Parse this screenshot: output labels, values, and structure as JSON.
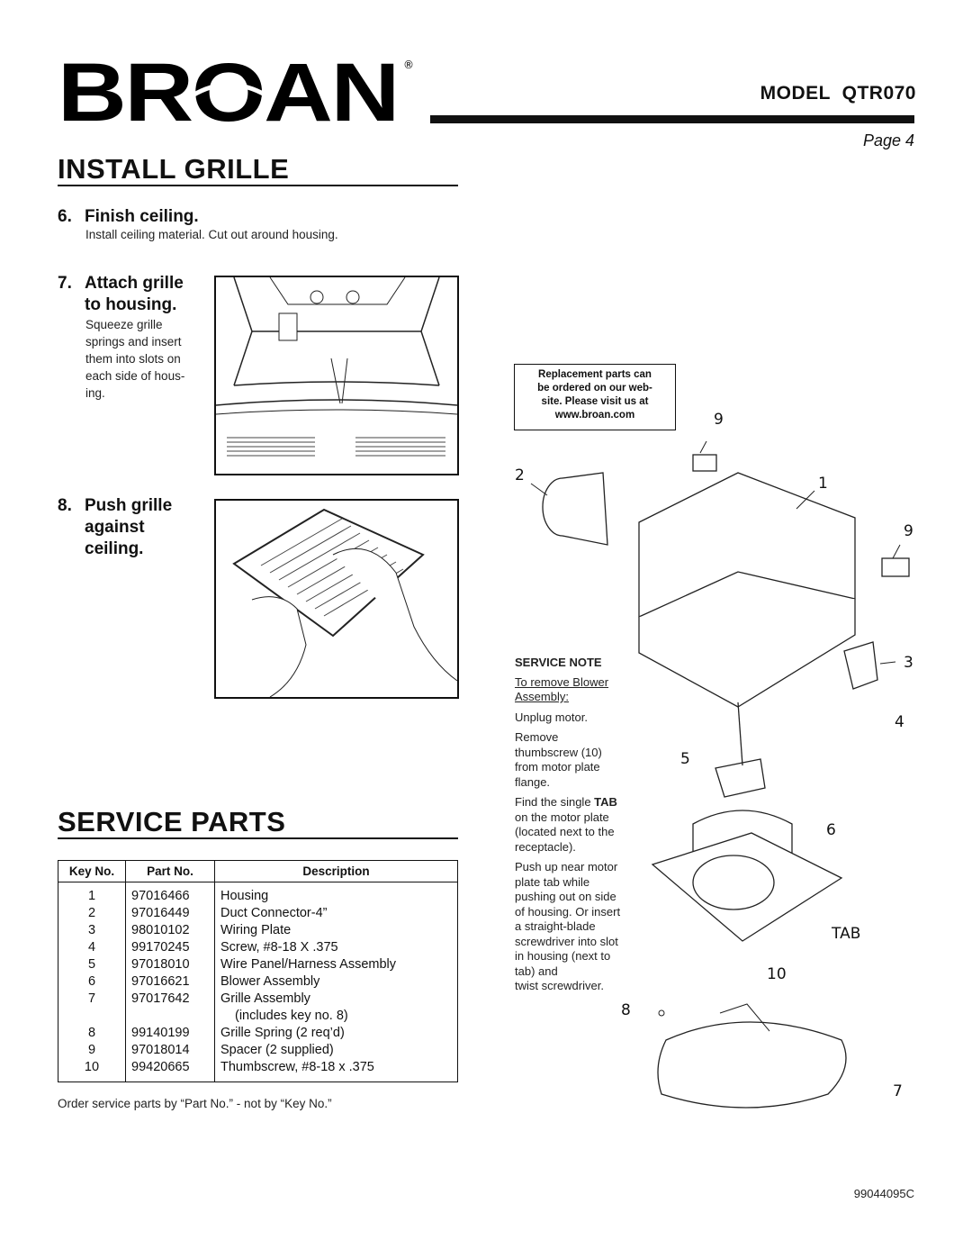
{
  "header": {
    "brand": "BROAN",
    "registered": "®",
    "model_label": "MODEL",
    "model_number": "QTR070",
    "page": "Page 4"
  },
  "install": {
    "title": "INSTALL GRILLE",
    "step6": {
      "num": "6.",
      "title": "Finish ceiling.",
      "text": "Install ceiling material. Cut out around housing."
    },
    "step7": {
      "num": "7.",
      "title_line1": "Attach grille",
      "title_line2": "to housing.",
      "text": [
        "Squeeze grille",
        "springs and insert",
        "them into slots on",
        "each side of hous-",
        "ing."
      ]
    },
    "step8": {
      "num": "8.",
      "title_lines": [
        "Push grille",
        "against",
        "ceiling."
      ]
    }
  },
  "service": {
    "title": "SERVICE PARTS",
    "columns": [
      "Key No.",
      "Part No.",
      "Description"
    ],
    "rows": [
      [
        "1",
        "97016466",
        "Housing"
      ],
      [
        "2",
        "97016449",
        "Duct Connector-4”"
      ],
      [
        "3",
        "98010102",
        "Wiring Plate"
      ],
      [
        "4",
        "99170245",
        "Screw, #8-18 X .375"
      ],
      [
        "5",
        "97018010",
        "Wire Panel/Harness Assembly"
      ],
      [
        "6",
        "97016621",
        "Blower Assembly"
      ],
      [
        "7",
        "97017642",
        "Grille Assembly"
      ],
      [
        "",
        "",
        "(includes key no. 8)"
      ],
      [
        "8",
        "99140199",
        "Grille Spring (2 req’d)"
      ],
      [
        "9",
        "97018014",
        "Spacer (2 supplied)"
      ],
      [
        "10",
        "99420665",
        "Thumbscrew, #8-18 x .375"
      ]
    ],
    "order_note": "Order service parts by “Part No.” - not by “Key No.”"
  },
  "replacement_box": [
    "Replacement parts can",
    "be ordered on our web-",
    "site. Please visit us at",
    "www.broan.com"
  ],
  "service_note": {
    "title": "SERVICE NOTE",
    "underline_lines": [
      "To remove Blower",
      "Assembly:"
    ],
    "p1": "Unplug motor.",
    "p2": [
      "Remove",
      "thumbscrew (10)",
      "from motor plate",
      "flange."
    ],
    "p3_prefix": "Find the single ",
    "p3_bold": "TAB",
    "p3_rest": [
      "on the motor plate",
      "(located next to the",
      "receptacle)."
    ],
    "p4": [
      "Push up near motor",
      "plate tab while",
      "pushing out on side",
      "of housing. Or insert",
      "a straight-blade",
      "screwdriver into slot",
      "in housing (next to",
      "tab) and",
      "twist screwdriver."
    ]
  },
  "callouts": {
    "c9a": "9",
    "c2": "2",
    "c1": "1",
    "c9b": "9",
    "c3": "3",
    "c4": "4",
    "c5": "5",
    "c6": "6",
    "ctab": "TAB",
    "c10": "10",
    "c8": "8",
    "c7": "7"
  },
  "doc_number": "99044095C"
}
